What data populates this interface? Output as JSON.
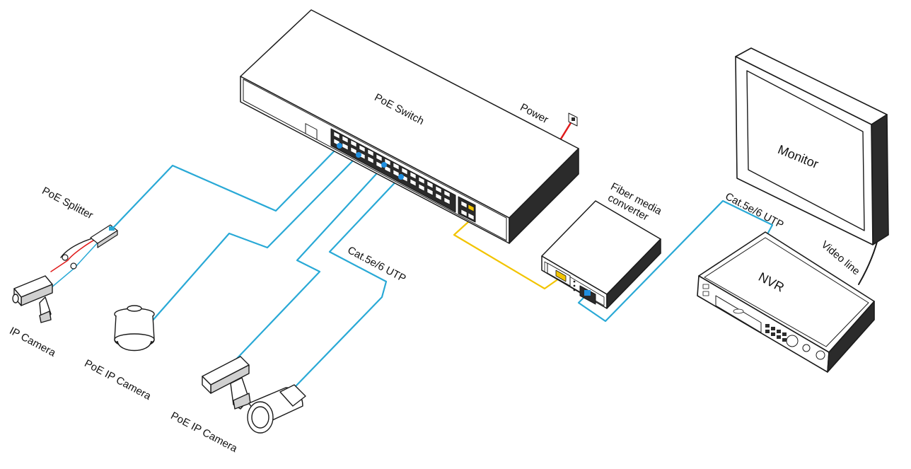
{
  "labels": {
    "poe_switch": "PoE  Switch",
    "power": "Power",
    "poe_splitter": "PoE Splitter",
    "ip_camera": "IP Camera",
    "poe_ip_camera_dome": "PoE IP Camera",
    "poe_ip_camera_bullet": "PoE IP Camera",
    "cat_utp_left": "Cat.5e/6 UTP",
    "fiber_media_converter_line1": "Fiber media",
    "fiber_media_converter_line2": "converter",
    "cat_utp_right": "Cat.5e/6 UTP",
    "monitor": "Monitor",
    "video_line": "Video line",
    "nvr": "NVR"
  },
  "colors": {
    "utp_cable": "#29a9d6",
    "fiber_cable": "#f2c400",
    "power_cable": "#e01b1b",
    "device_outline": "#1a1a1a",
    "device_dark": "#2b2b2b",
    "port_highlight": "#1f8fe0"
  }
}
